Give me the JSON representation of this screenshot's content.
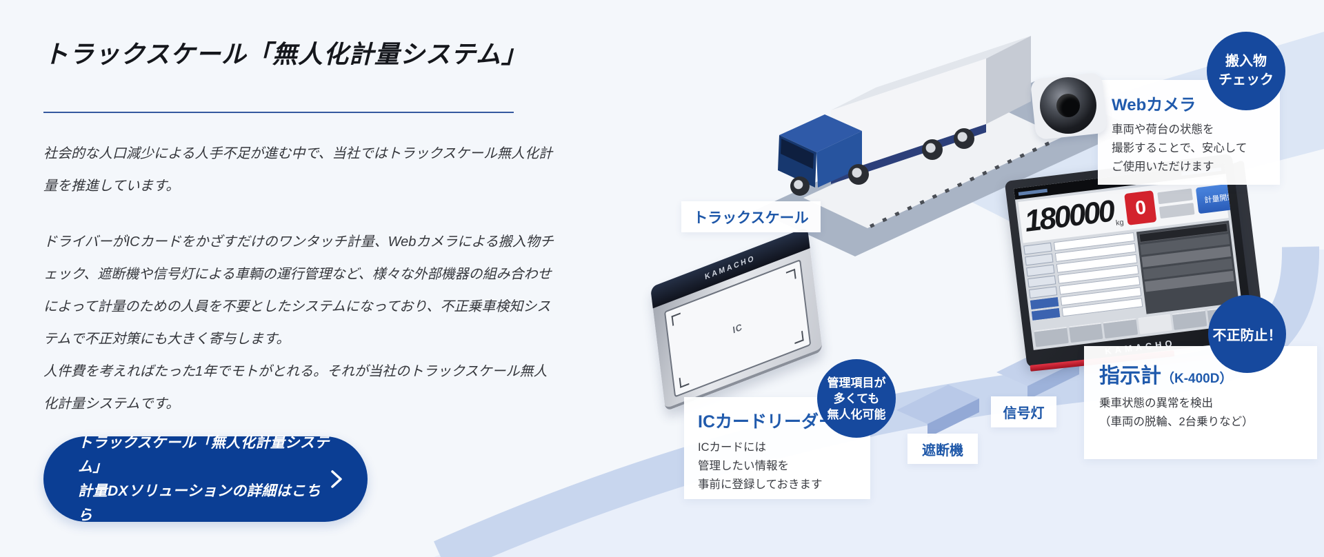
{
  "intro": {
    "title": "トラックスケール「無人化計量システム」",
    "paragraphs": [
      "社会的な人口減少による人手不足が進む中で、当社ではトラックスケール無人化計量を推進しています。",
      "ドライバーがICカードをかざすだけのワンタッチ計量、Webカメラによる搬入物チェック、遮断機や信号灯による車輌の運行管理など、様々な外部機器の組み合わせによって計量のための人員を不要としたシステムになっており、不正乗車検知システムで不正対策にも大きく寄与します。",
      "人件費を考えればたった1年でモトがとれる。それが当社のトラックスケール無人化計量システムです。"
    ],
    "cta": {
      "line1": "トラックスケール「無人化計量システム」",
      "line2": "計量DXソリューションの詳細はこちら"
    }
  },
  "diagram": {
    "truck_scale_label": "トラックスケール",
    "webcam": {
      "title": "Webカメラ",
      "lines": [
        "車両や荷台の状態を",
        "撮影することで、安心して",
        "ご使用いただけます"
      ],
      "badge": [
        "搬入物",
        "チェック"
      ]
    },
    "indicator": {
      "title": "指示計",
      "model": "（K-400D）",
      "lines": [
        "乗車状態の異常を検出",
        "（車両の脱輪、2台乗りなど）"
      ],
      "badge": "不正防止！"
    },
    "indicator_device": {
      "value": "180000",
      "unit": "kg",
      "zero": "0",
      "start_button": "計量開始",
      "brand": "KAMACHO"
    },
    "ic_reader": {
      "title": "ICカードリーダー",
      "lines": [
        "ICカードには",
        "管理したい情報を",
        "事前に登録しておきます"
      ],
      "badge": [
        "管理項目が",
        "多くても",
        "無人化可能"
      ],
      "device_label": "IC",
      "brand": "KAMACHO"
    },
    "signal_label": "信号灯",
    "barrier_label": "遮断機"
  },
  "colors": {
    "cta_blue": "#0b3e94",
    "badge_blue": "#16499e",
    "label_blue": "#1e57a8",
    "band_blue": "#c8d6ee"
  }
}
